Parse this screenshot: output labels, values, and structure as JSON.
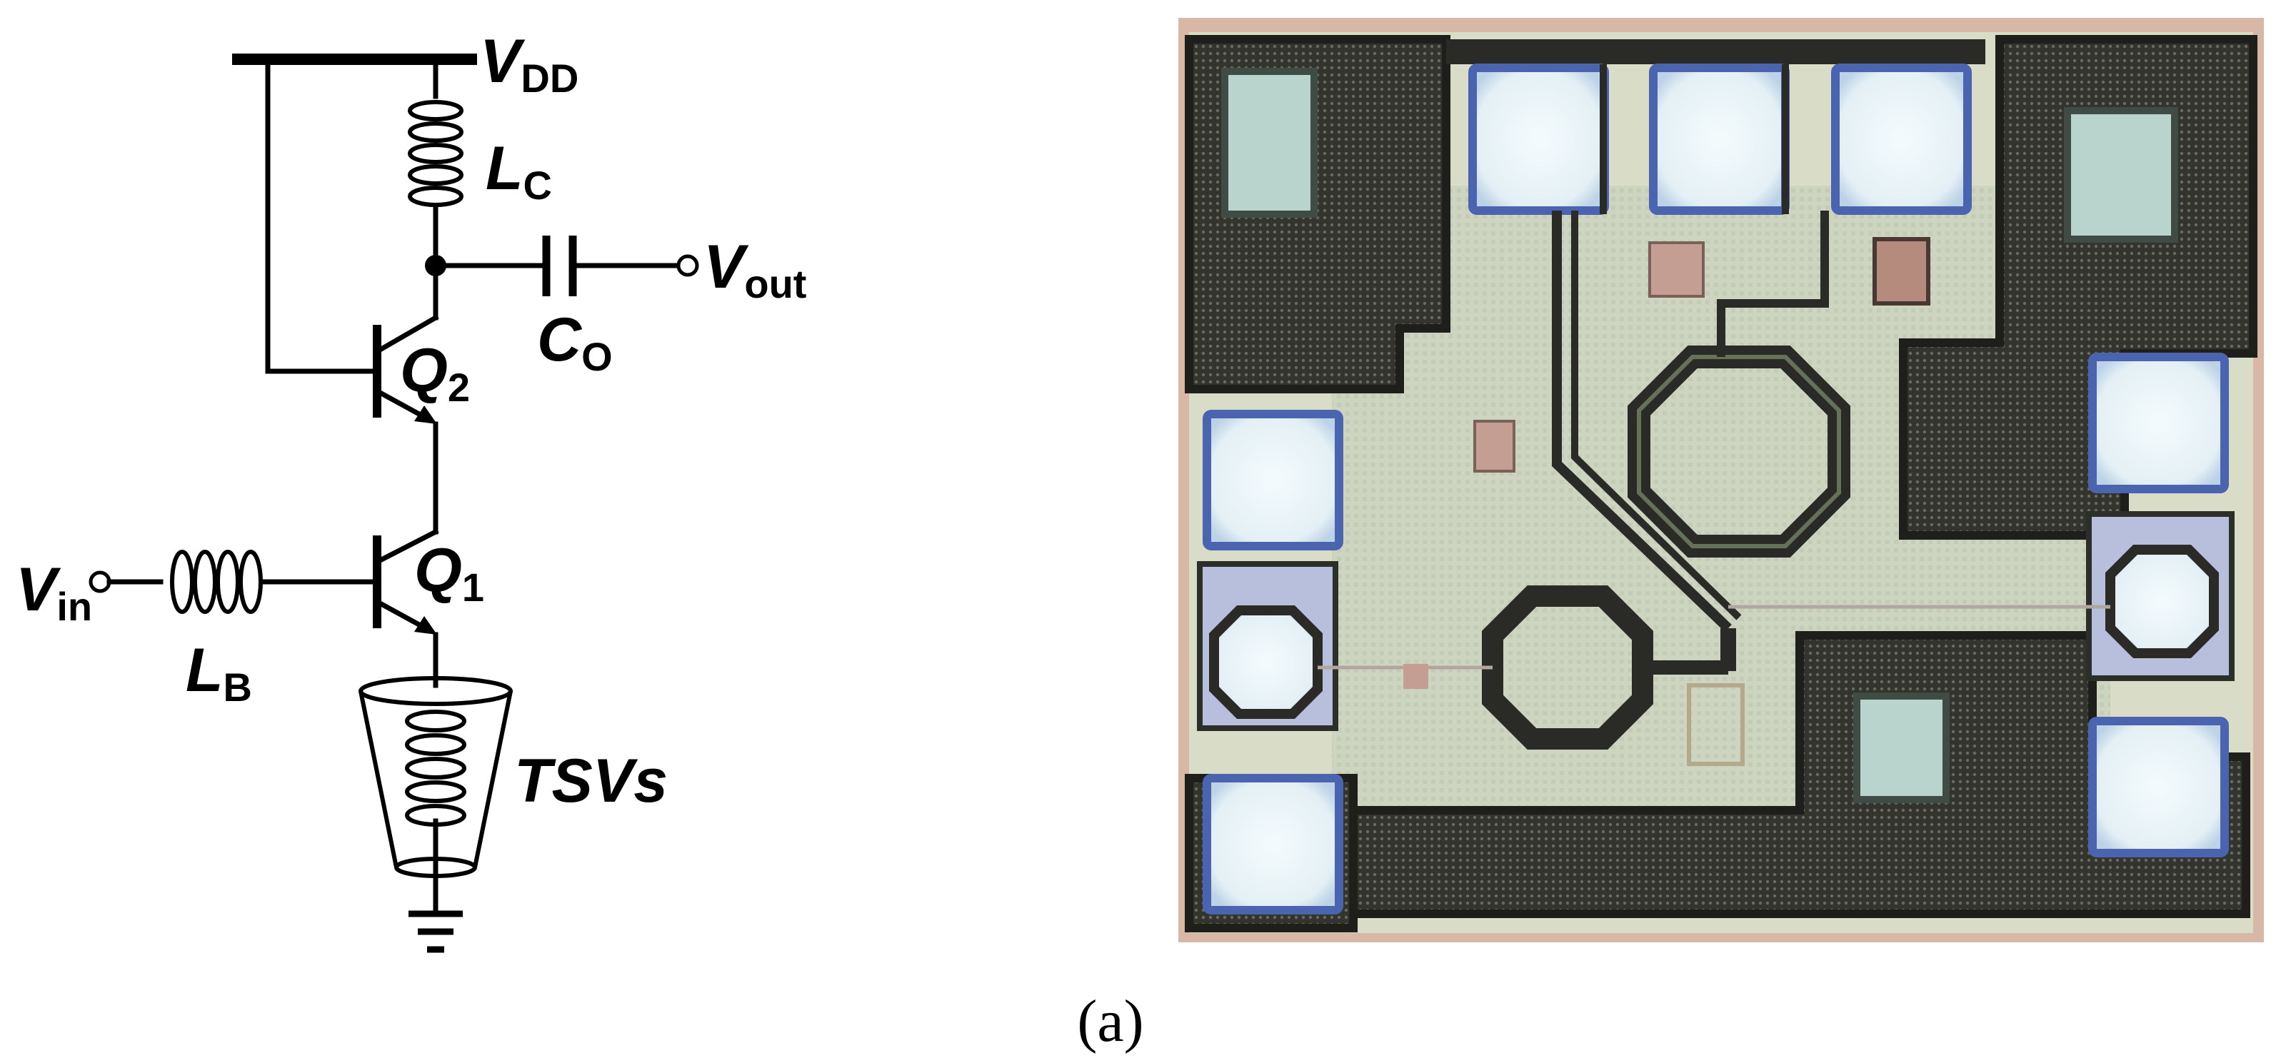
{
  "schematic": {
    "vdd": {
      "main": "V",
      "sub": "DD"
    },
    "lc": {
      "main": "L",
      "sub": "C"
    },
    "co": {
      "main": "C",
      "sub": "O"
    },
    "vout": {
      "main": "V",
      "sub": "out"
    },
    "q2": {
      "main": "Q",
      "sub": "2"
    },
    "q1": {
      "main": "Q",
      "sub": "1"
    },
    "vin": {
      "main": "V",
      "sub": "in"
    },
    "lb": {
      "main": "L",
      "sub": "B"
    },
    "tsvs": "TSVs"
  },
  "caption": "(a)",
  "colors": {
    "wire": "#000000",
    "die_substrate": "#d9ddc7",
    "metal_dark": "#2e2f2a",
    "pad_fill": "#e9f3f7",
    "pad_border": "#4a64b0",
    "die_edge": "#d8b7a6"
  }
}
